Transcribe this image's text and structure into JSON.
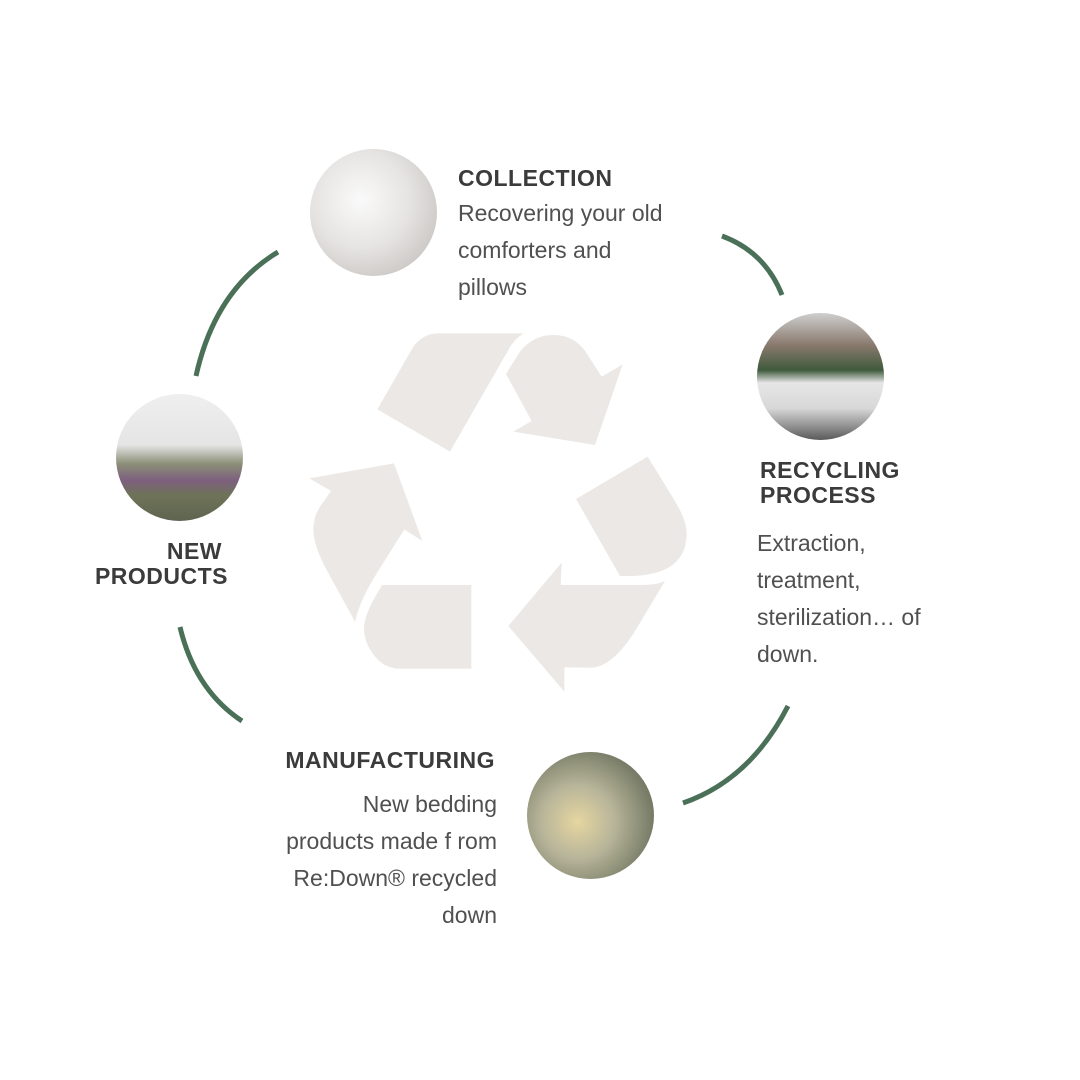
{
  "colors": {
    "arc": "#4a7058",
    "recycle_symbol": "#ebe8e5",
    "heading": "#3b3b3b",
    "body": "#505050"
  },
  "icons": {
    "center": "recycle-icon"
  },
  "steps": [
    {
      "title": "COLLECTION",
      "description_lines": [
        "Recovering your old",
        "comforters and",
        "pillows"
      ],
      "photo": "white-comforter-photo"
    },
    {
      "title_lines": [
        "RECYCLING",
        "PROCESS"
      ],
      "description_lines": [
        "Extraction,",
        "treatment,",
        "sterilization… of",
        "down."
      ],
      "photo": "factory-machinery-photo"
    },
    {
      "title": "MANUFACTURING",
      "description_lines": [
        "New bedding",
        "products made f rom",
        "Re:Down® recycled",
        "down"
      ],
      "photo": "sewing-machine-photo"
    },
    {
      "title_lines": [
        "NEW",
        "PRODUCTS"
      ],
      "photo": "bedroom-pillows-photo"
    }
  ]
}
